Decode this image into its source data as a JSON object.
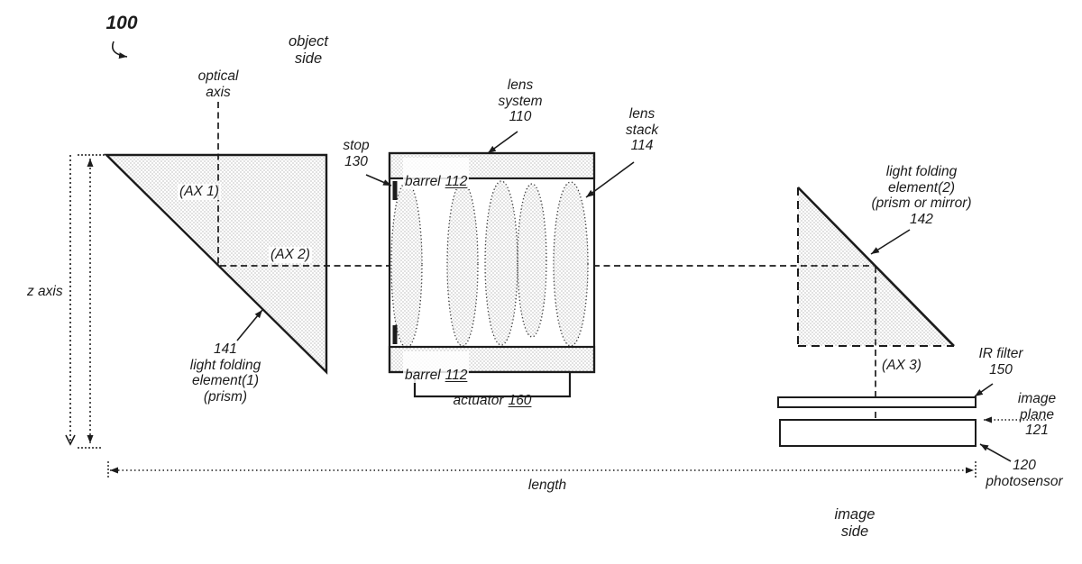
{
  "colors": {
    "ink": "#1c1c1c",
    "background": "#ffffff",
    "stipple_dot": "#6b6b6b"
  },
  "labels": {
    "figure_ref": "100",
    "object_side": "object\nside",
    "image_side": "image\nside",
    "optical_axis": "optical\naxis",
    "z_axis": "z axis",
    "length": "length",
    "ax1": "(AX 1)",
    "ax2": "(AX 2)",
    "ax3": "(AX 3)",
    "light_folding_1": "141\nlight folding\nelement(1)\n(prism)",
    "light_folding_2": "light folding\nelement(2)\n(prism or mirror)\n142",
    "lens_system": "lens\nsystem\n110",
    "lens_stack": "lens\nstack\n114",
    "stop": "stop\n130",
    "barrel_word": "barrel",
    "barrel_ref": "112",
    "actuator_word": "actuator",
    "actuator_ref": "160",
    "ir_filter": "IR filter\n150",
    "image_plane": "image\nplane\n121",
    "photosensor": "120\nphotosensor"
  }
}
